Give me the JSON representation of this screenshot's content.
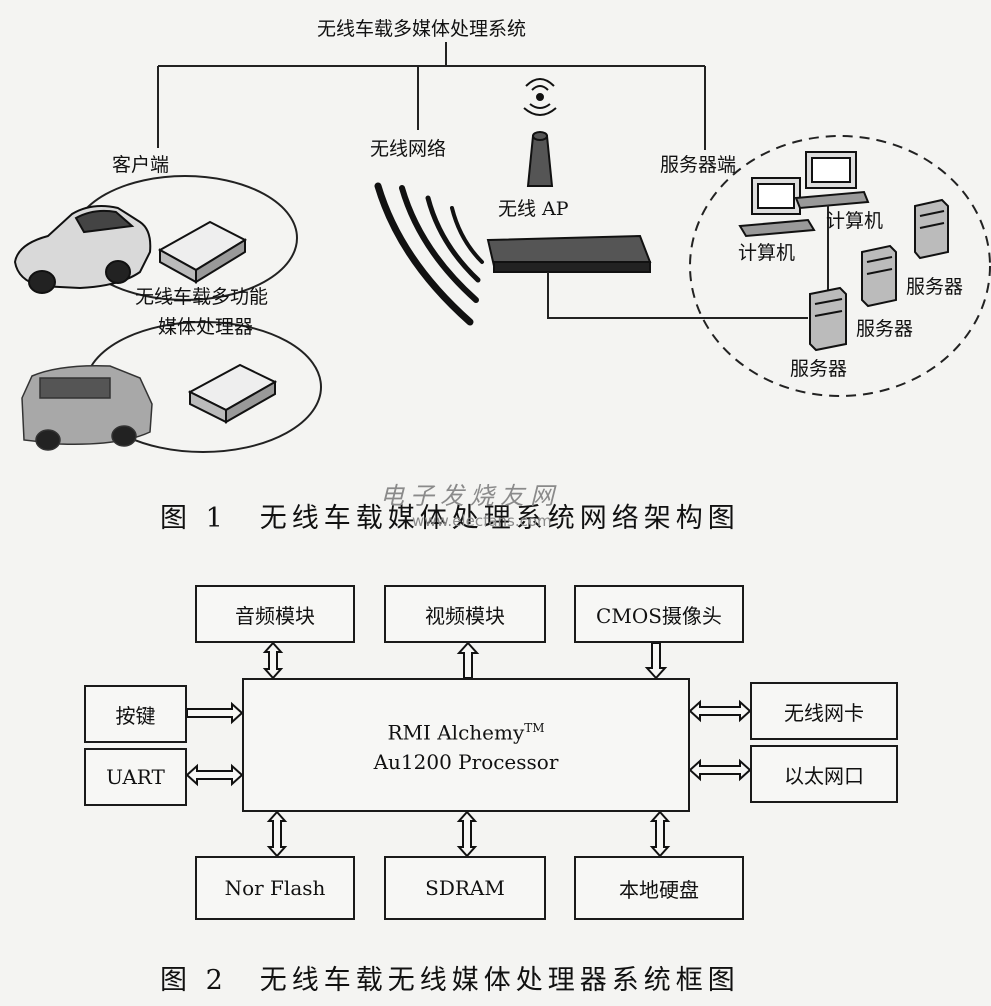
{
  "figure1": {
    "top_label": "无线车载多媒体处理系统",
    "client_label": "客户端",
    "wireless_label": "无线网络",
    "ap_label": "无线 AP",
    "server_side_label": "服务器端",
    "device_label_line1": "无线车载多功能",
    "device_label_line2": "媒体处理器",
    "computer1_label": "计算机",
    "computer2_label": "计算机",
    "server1_label": "服务器",
    "server2_label": "服务器",
    "server3_label": "服务器",
    "caption": "图 1　无线车载媒体处理系统网络架构图"
  },
  "watermark": {
    "line1": "电子发烧友网",
    "line2": "www.elecfans.com"
  },
  "figure2": {
    "processor_line1": "RMI Alchemy",
    "processor_tm": "TM",
    "processor_line2": "Au1200 Processor",
    "top_boxes": [
      "音频模块",
      "视频模块",
      "CMOS摄像头"
    ],
    "left_boxes": [
      "按键",
      "UART"
    ],
    "right_boxes": [
      "无线网卡",
      "以太网口"
    ],
    "bottom_boxes": [
      "Nor Flash",
      "SDRAM",
      "本地硬盘"
    ],
    "caption": "图 2　无线车载无线媒体处理器系统框图"
  }
}
